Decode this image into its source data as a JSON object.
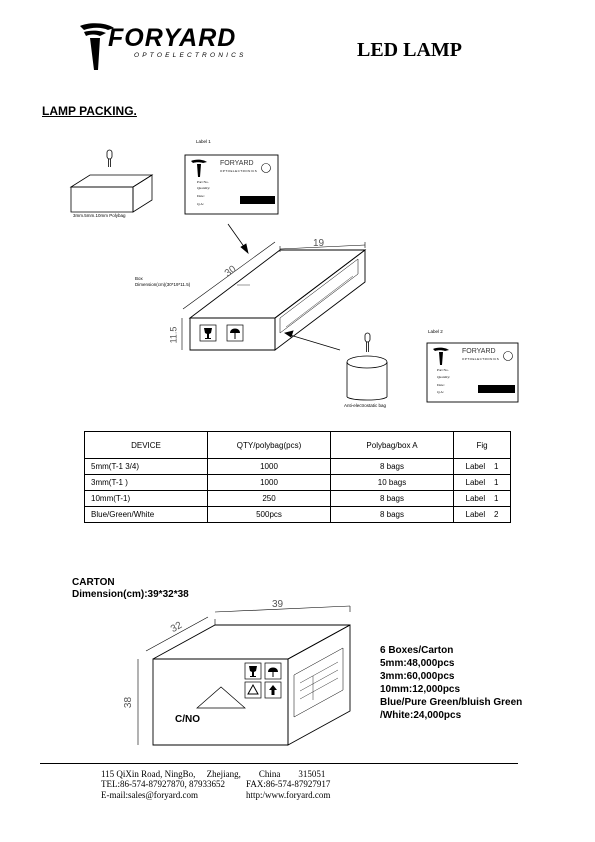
{
  "header": {
    "brand": "FORYARD",
    "brand_sub": "OPTOELECTRONICS",
    "doc_title": "LED LAMP"
  },
  "section_title": "LAMP PACKING.",
  "diagram": {
    "label1": "Label 1",
    "label2": "Label 2",
    "polybag_caption": "3mm.5mm.10mm Polybag",
    "box_caption": "Box",
    "box_dimension": "Dimension(cm)(30*19*11.5)",
    "dim_19": "19",
    "dim_30": "30",
    "dim_115": "11.5",
    "bag_caption": "Anti-electrostatic bag",
    "label_card": {
      "brand": "FORYARD",
      "sub": "OPTOELECTRONICS",
      "fields": [
        "Part No.",
        "Quantity:",
        "Date:",
        "Q.A:"
      ]
    }
  },
  "table": {
    "headers": [
      "DEVICE",
      "QTY/polybag(pcs)",
      "Polybag/box A",
      "Fig"
    ],
    "rows": [
      [
        "5mm(T-1    3/4)",
        "1000",
        "8 bags",
        "Label    1"
      ],
      [
        "3mm(T-1 )",
        "1000",
        "10 bags",
        "Label    1"
      ],
      [
        "10mm(T-1)",
        "250",
        "8 bags",
        "Label    1"
      ],
      [
        "Blue/Green/White",
        "500pcs",
        "8 bags",
        "Label    2"
      ]
    ]
  },
  "carton": {
    "title": "CARTON",
    "dimension": "Dimension(cm):39*32*38",
    "dim_39": "39",
    "dim_32": "32",
    "dim_38": "38",
    "cno": "C/NO",
    "info": [
      "6 Boxes/Carton",
      "5mm:48,000pcs",
      "3mm:60,000pcs",
      "10mm:12,000pcs",
      "Blue/Pure Green/bluish Green",
      "/White:24,000pcs"
    ]
  },
  "footer": {
    "address": "115 QiXin Road, NingBo,     Zhejiang,        China        315051",
    "tel": "TEL:86-574-87927870, 87933652",
    "fax": "FAX:86-574-87927917",
    "email": "E-mail:sales@foryard.com",
    "web": "http:/www.foryard.com"
  }
}
